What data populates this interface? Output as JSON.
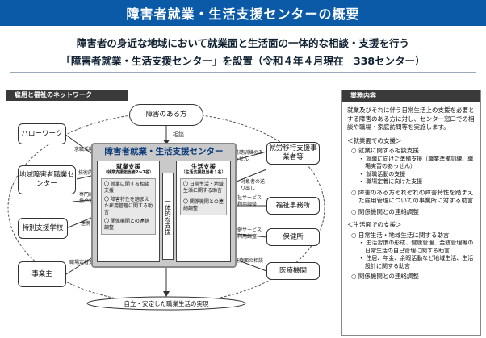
{
  "title": "障害者就業・生活支援センターの概要",
  "intro": {
    "line1": "障害者の身近な地域において就業面と生活面の一体的な相談・支援を行う",
    "line2": "「障害者就業・生活支援センター」を設置（令和４年４月現在　338センター）"
  },
  "network": {
    "label": "雇用と福祉のネットワーク",
    "person": "障害のある方",
    "consult": "相談",
    "center_title": "障害者就業・生活支援センター",
    "employment_panel": {
      "head": "就業支援",
      "sub": "（就業支援担当者2～7名）",
      "items": [
        "〇 就業に関する相談支援",
        "〇 障害特性を踏まえた雇用管理に関する助言",
        "〇 関係機関との連絡調整"
      ]
    },
    "life_panel": {
      "head": "生活支援",
      "sub": "（生活支援担当者１名）",
      "items": [
        "〇 日常生活・地域生活に関する助言",
        "〇 関係機関との連絡調整"
      ]
    },
    "unified": "一体的な支援",
    "nodes": {
      "hellowork": "ハローワーク",
      "local_center": "地域障害者職業センター",
      "special_school": "特別支援学校",
      "employer": "事業主",
      "transition": "就労移行支援事業者等",
      "welfare": "福祉事務所",
      "health": "保健所",
      "medical": "医療機関"
    },
    "edges": {
      "job_request": "求職活動支援",
      "tech_support": "技術的支援",
      "professional": "専門的支援の依頼",
      "collaboration": "連携",
      "retention": "職場定着支援",
      "training": "基礎訓練のあっせん",
      "referral": "対象者の送り出し",
      "welfare_use": "福祉サービスの利用調整",
      "health_use": "保健サービスの利用調整",
      "medical_consult": "医療面の相談"
    },
    "bottom": "自立・安定した職業生活の実現"
  },
  "business": {
    "label": "業務内容",
    "intro": "就業及びそれに伴う日常生活上の支援を必要とする障害のある方に対し、センター窓口での相談や職場・家庭訪問等を実施します。",
    "employment_head": "＜就業面での支援＞",
    "employment_items": [
      {
        "text": "○ 就業に関する相談支援",
        "subs": [
          "・ 就職に向けた準備支援（職業準備訓練、職場実習のあっせん）",
          "・ 就職活動の支援",
          "・ 職場定着に向けた支援"
        ]
      },
      {
        "text": "○ 障害のある方それぞれの障害特性を踏まえた雇用管理についての事業所に対する助言",
        "subs": []
      },
      {
        "text": "○ 関係機関との連絡調整",
        "subs": []
      }
    ],
    "life_head": "＜生活面での支援＞",
    "life_items": [
      {
        "text": "○ 日常生活・地域生活に関する助言",
        "subs": [
          "・ 生活習慣の形成、健康管理、金銭管理等の日常生活の自己管理に関する助言",
          "・ 住居、年金、余暇活動など地域生活、生活設計に関する助言"
        ]
      },
      {
        "text": "○ 関係機関との連絡調整",
        "subs": []
      }
    ]
  },
  "colors": {
    "header": "#0a5aa8",
    "center": "#c9c9c9",
    "label": "#3a3a3a"
  }
}
